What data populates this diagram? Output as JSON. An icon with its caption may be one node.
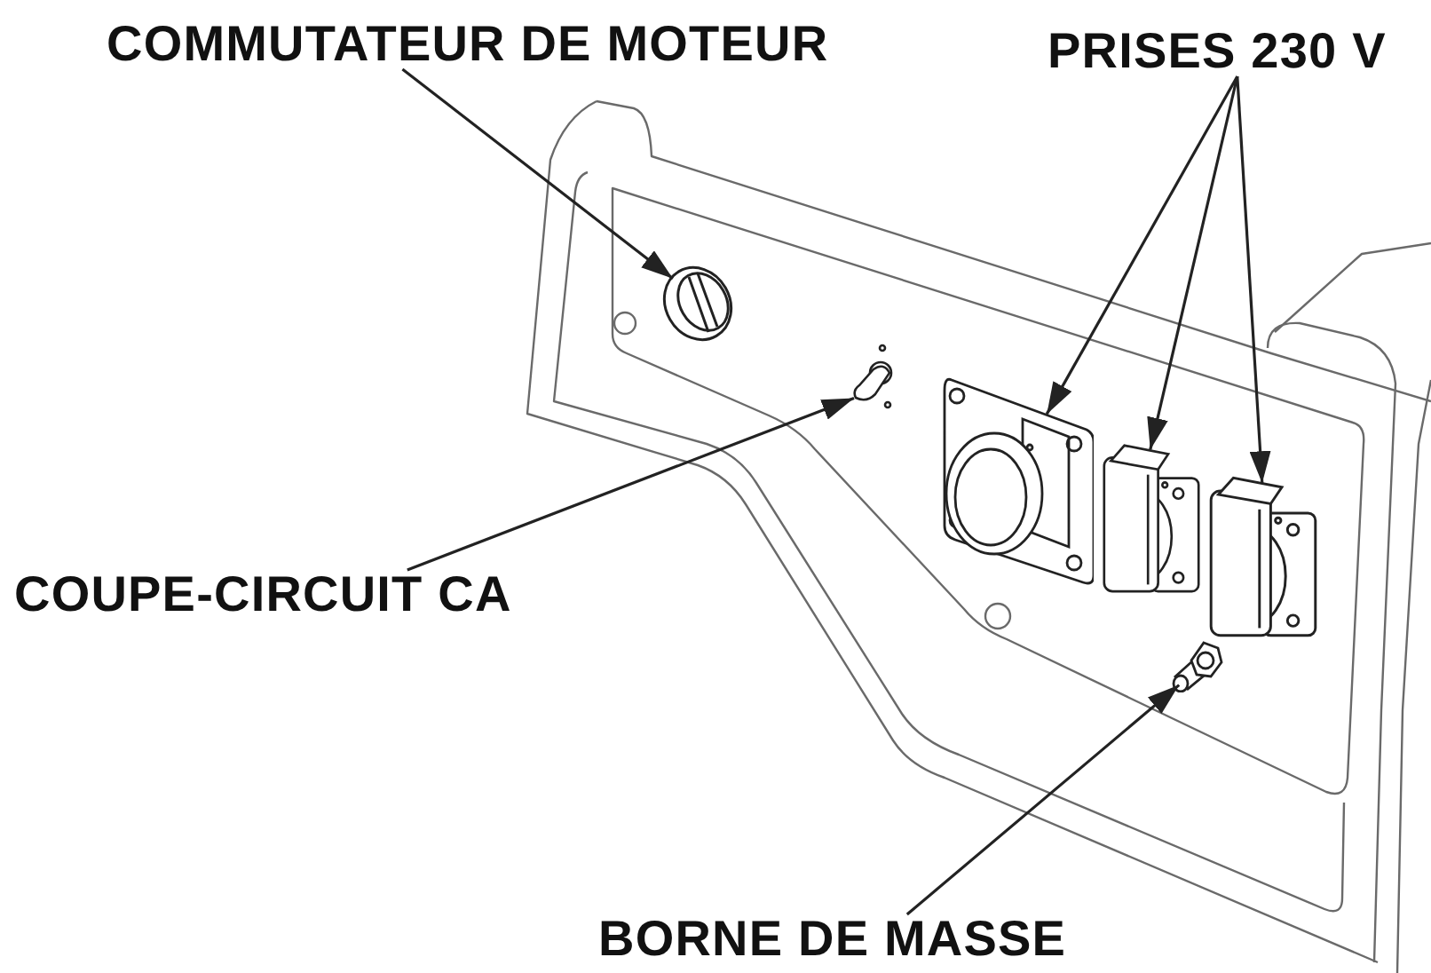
{
  "diagram": {
    "nodes": [
      {
        "text": [
          "COMMUTATEUR DE MOTEUR"
        ]
      },
      {
        "text": [
          "PRISES 230 V"
        ]
      },
      {
        "text": [],
        "shape": "picture"
      },
      {
        "text": [],
        "shape": "picture"
      },
      {
        "text": [],
        "shape": "picture"
      },
      {
        "text": [],
        "shape": "picture"
      },
      {
        "text": [],
        "shape": "picture"
      },
      {
        "text": [
          "COUPE-CIRCUIT CA"
        ]
      },
      {
        "text": [],
        "shape": "picture"
      },
      {
        "text": [
          "BORNE DE MASSE"
        ]
      }
    ],
    "edges": [
      {
        "from": 0,
        "to": 2,
        "arrow": "to"
      },
      {
        "from": 1,
        "to": 4,
        "arrow": "to"
      },
      {
        "from": 1,
        "to": 5,
        "arrow": "to"
      },
      {
        "from": 1,
        "to": 6,
        "arrow": "to"
      },
      {
        "from": 7,
        "to": 3,
        "arrow": "to"
      },
      {
        "from": 9,
        "to": 8,
        "arrow": "to"
      }
    ]
  }
}
